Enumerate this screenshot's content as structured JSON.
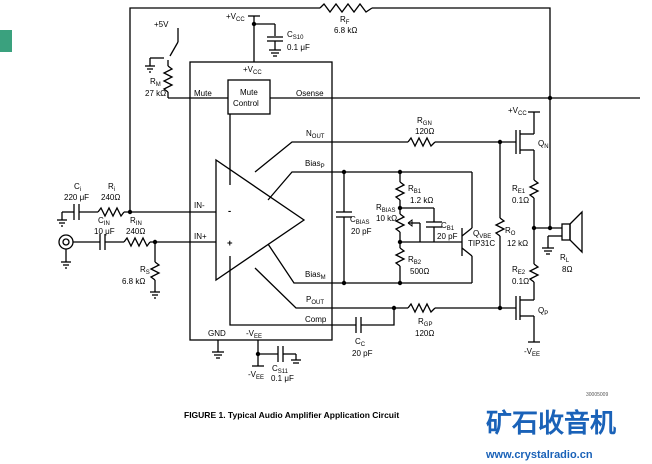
{
  "labels": {
    "vcc_top": "+V",
    "vcc_top_sub": "CC",
    "cs10_name": "C",
    "cs10_sub": "S10",
    "cs10_val": "0.1 μF",
    "rf_name": "R",
    "rf_sub": "F",
    "rf_val": "6.8 kΩ",
    "plus5v": "+5V",
    "rm_name": "R",
    "rm_sub": "M",
    "rm_val": "27 kΩ",
    "ic_vcc": "+V",
    "ic_vcc_sub": "CC",
    "mute": "Mute",
    "mute_ctrl_1": "Mute",
    "mute_ctrl_2": "Control",
    "osense": "Osense",
    "nout": "N",
    "nout_sub": "OUT",
    "biasp": "Bias",
    "biasp_sub": "P",
    "biasm": "Bias",
    "biasm_sub": "M",
    "pout": "P",
    "pout_sub": "OUT",
    "comp": "Comp",
    "in_minus": "IN-",
    "in_plus": "IN+",
    "minus_sign": "-",
    "plus_sign": "+",
    "gnd": "GND",
    "ic_vee": "-V",
    "ic_vee_sub": "EE",
    "ci_name": "C",
    "ci_sub": "i",
    "ci_val": "220 μF",
    "ri_name": "R",
    "ri_sub": "i",
    "ri_val": "240Ω",
    "cin_name": "C",
    "cin_sub": "IN",
    "cin_val": "10 μF",
    "rin_name": "R",
    "rin_sub": "IN",
    "rin_val": "240Ω",
    "rs_name": "R",
    "rs_sub": "S",
    "rs_val": "6.8 kΩ",
    "cbias_name": "C",
    "cbias_sub": "BIAS",
    "cbias_val": "20 pF",
    "rgn_name": "R",
    "rgn_sub": "GN",
    "rgn_val": "120Ω",
    "rb1_name": "R",
    "rb1_sub": "B1",
    "rb1_val": "1.2 kΩ",
    "rbias_name": "R",
    "rbias_sub": "BIAS",
    "rbias_val": "10 kΩ",
    "cb1_name": "C",
    "cb1_sub": "B1",
    "cb1_val": "20 pF",
    "rb2_name": "R",
    "rb2_sub": "B2",
    "rb2_val": "500Ω",
    "qvbe_name": "Q",
    "qvbe_sub": "VBE",
    "qvbe_part": "TIP31C",
    "rgp_name": "R",
    "rgp_sub": "GP",
    "rgp_val": "120Ω",
    "cc_name": "C",
    "cc_sub": "C",
    "cc_val": "20 pF",
    "vcc_right": "+V",
    "vcc_right_sub": "CC",
    "qn_name": "Q",
    "qn_sub": "N",
    "re1_name": "R",
    "re1_sub": "E1",
    "re1_val": "0.1Ω",
    "ro_name": "R",
    "ro_sub": "O",
    "ro_val": "12 kΩ",
    "re2_name": "R",
    "re2_sub": "E2",
    "re2_val": "0.1Ω",
    "qp_name": "Q",
    "qp_sub": "P",
    "vee_right": "-V",
    "vee_right_sub": "EE",
    "rl_name": "R",
    "rl_sub": "L",
    "rl_val": "8Ω",
    "vee_bottom": "-V",
    "vee_bottom_sub": "EE",
    "cs11_name": "C",
    "cs11_sub": "S11",
    "cs11_val": "0.1 μF",
    "drawing_no": "30005009",
    "caption": "FIGURE 1. Typical Audio Amplifier Application Circuit",
    "watermark_cn": "矿石收音机",
    "watermark_url": "www.crystalradio.cn"
  },
  "colors": {
    "line": "#000000",
    "watermark": "#1a62b8",
    "tab": "#3aa17e"
  }
}
